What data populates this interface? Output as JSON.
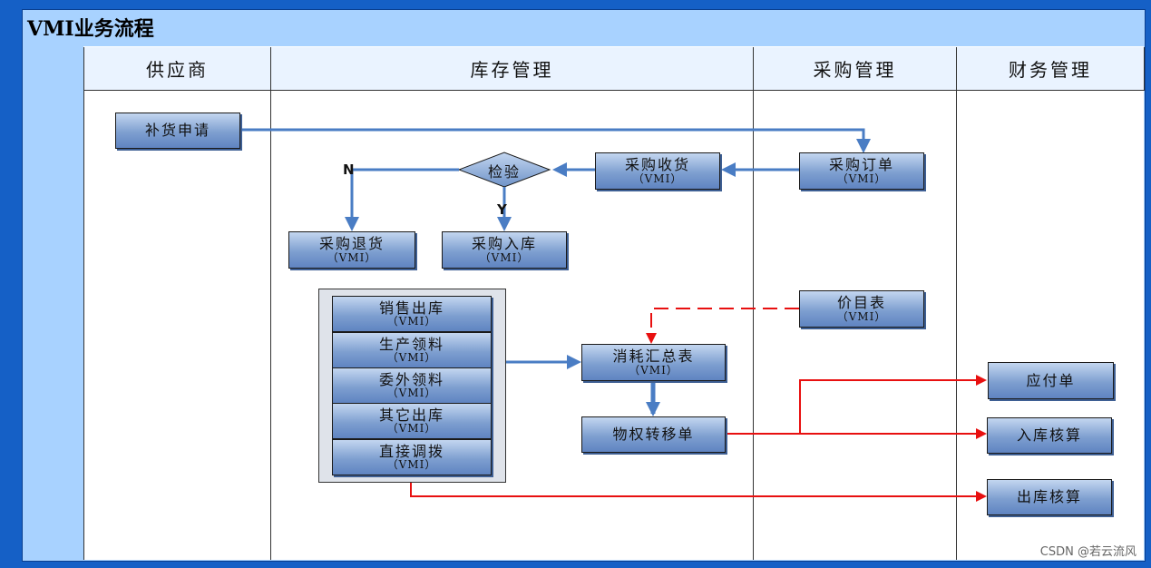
{
  "title": "VMI业务流程",
  "lanes": [
    "供应商",
    "库存管理",
    "采购管理",
    "财务管理"
  ],
  "nodes": {
    "replenish_request": {
      "line1": "补货申请",
      "line2": ""
    },
    "purchase_order": {
      "line1": "采购订单",
      "line2": "（VMI）"
    },
    "purchase_receipt": {
      "line1": "采购收货",
      "line2": "（VMI）"
    },
    "inspection": {
      "line1": "检验"
    },
    "purchase_return": {
      "line1": "采购退货",
      "line2": "（VMI）"
    },
    "purchase_inbound": {
      "line1": "采购入库",
      "line2": "（VMI）"
    },
    "price_list": {
      "line1": "价目表",
      "line2": "（VMI）"
    },
    "consumption_summary": {
      "line1": "消耗汇总表",
      "line2": "（VMI）"
    },
    "ownership_transfer": {
      "line1": "物权转移单",
      "line2": ""
    },
    "payable": {
      "line1": "应付单",
      "line2": ""
    },
    "inbound_accounting": {
      "line1": "入库核算",
      "line2": ""
    },
    "outbound_accounting": {
      "line1": "出库核算",
      "line2": ""
    }
  },
  "group_items": [
    {
      "line1": "销售出库",
      "line2": "（VMI）"
    },
    {
      "line1": "生产领料",
      "line2": "（VMI）"
    },
    {
      "line1": "委外领料",
      "line2": "（VMI）"
    },
    {
      "line1": "其它出库",
      "line2": "（VMI）"
    },
    {
      "line1": "直接调拨",
      "line2": "（VMI）"
    }
  ],
  "branch_labels": {
    "no": "N",
    "yes": "Y"
  },
  "colors": {
    "blue_flow": "#4a7dc4",
    "red_flow": "#e81010",
    "lane_border": "#333333"
  },
  "watermark": "CSDN @若云流风"
}
